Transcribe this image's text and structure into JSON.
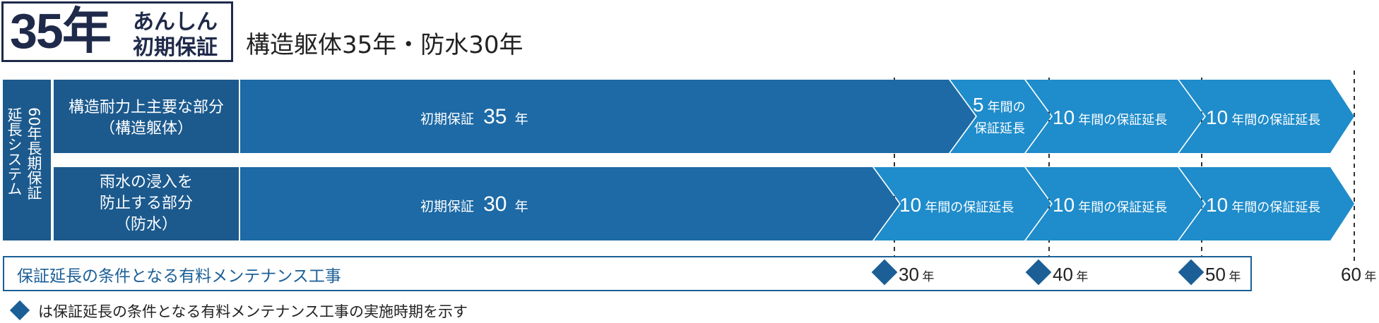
{
  "badge": {
    "years": "35年",
    "line1": "あんしん",
    "line2": "初期保証"
  },
  "headline": "構造躯体35年・防水30年",
  "system_label": {
    "col1": "延長システム",
    "col2": "60年長期保証"
  },
  "rows": [
    {
      "label_lines": [
        "構造耐力上主要な部分",
        "（構造躯体）"
      ],
      "initial": {
        "prefix": "初期保証",
        "number": "35",
        "suffix": "年",
        "years": 35
      },
      "extensions": [
        {
          "number": "5",
          "suffix": "年間の",
          "line2": "保証延長",
          "years": 5
        },
        {
          "number": "10",
          "suffix": "年間の保証延長",
          "years": 10
        },
        {
          "number": "10",
          "suffix": "年間の保証延長",
          "years": 10
        }
      ]
    },
    {
      "label_lines": [
        "雨水の浸入を",
        "防止する部分",
        "（防水）"
      ],
      "initial": {
        "prefix": "初期保証",
        "number": "30",
        "suffix": "年",
        "years": 30
      },
      "extensions": [
        {
          "number": "10",
          "suffix": "年間の保証延長",
          "years": 10
        },
        {
          "number": "10",
          "suffix": "年間の保証延長",
          "years": 10
        },
        {
          "number": "10",
          "suffix": "年間の保証延長",
          "years": 10
        }
      ]
    }
  ],
  "condition_label": "保証延長の条件となる有料メンテナンス工事",
  "milestones": [
    {
      "number": "30",
      "unit": "年",
      "years": 30,
      "diamond": true
    },
    {
      "number": "40",
      "unit": "年",
      "years": 40,
      "diamond": true
    },
    {
      "number": "50",
      "unit": "年",
      "years": 50,
      "diamond": true
    },
    {
      "number": "60",
      "unit": "年",
      "years": 60,
      "diamond": false
    }
  ],
  "legend": "は保証延長の条件となる有料メンテナンス工事の実施時期を示す",
  "colors": {
    "navy": "#1f2a4a",
    "dark_blue": "#1b5f96",
    "label_blue": "#1c5a8e",
    "initial_blue": "#1d6aa6",
    "extension_blue": "#1f8ccb",
    "text_blue": "#1b5f96"
  }
}
